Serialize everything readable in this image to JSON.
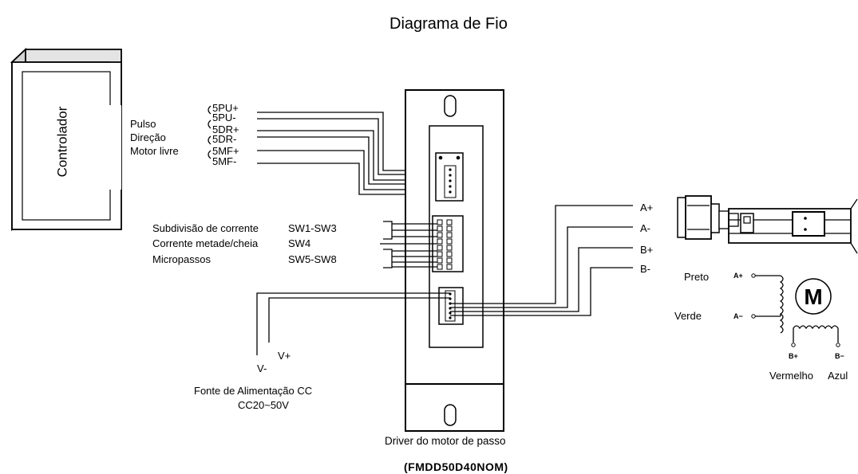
{
  "title": "Diagrama de Fio",
  "controller": {
    "label": "Controlador"
  },
  "signal_groups": [
    "Pulso",
    "Direção",
    "Motor livre"
  ],
  "signal_pins": [
    "5PU+",
    "5PU-",
    "5DR+",
    "5DR-",
    "5MF+",
    "5MF-"
  ],
  "switch_settings": [
    {
      "label": "Subdivisão de corrente",
      "switches": "SW1-SW3"
    },
    {
      "label": "Corrente metade/cheia",
      "switches": "SW4"
    },
    {
      "label": "Micropassos",
      "switches": "SW5-SW8"
    }
  ],
  "motor_outputs": [
    "A+",
    "A-",
    "B+",
    "B-"
  ],
  "power": {
    "vminus": "V-",
    "vplus": "V+",
    "label": "Fonte de Alimentação CC",
    "range": "CC20~50V"
  },
  "driver": {
    "label": "Driver do motor de passo",
    "model": "(FMDD50D40NOM)"
  },
  "motor_schematic": {
    "symbol": "M",
    "a_plus": "A+",
    "a_minus": "A−",
    "b_plus": "B+",
    "b_minus": "B−",
    "colors": {
      "preto": "Preto",
      "verde": "Verde",
      "vermelho": "Vermelho",
      "azul": "Azul"
    }
  }
}
